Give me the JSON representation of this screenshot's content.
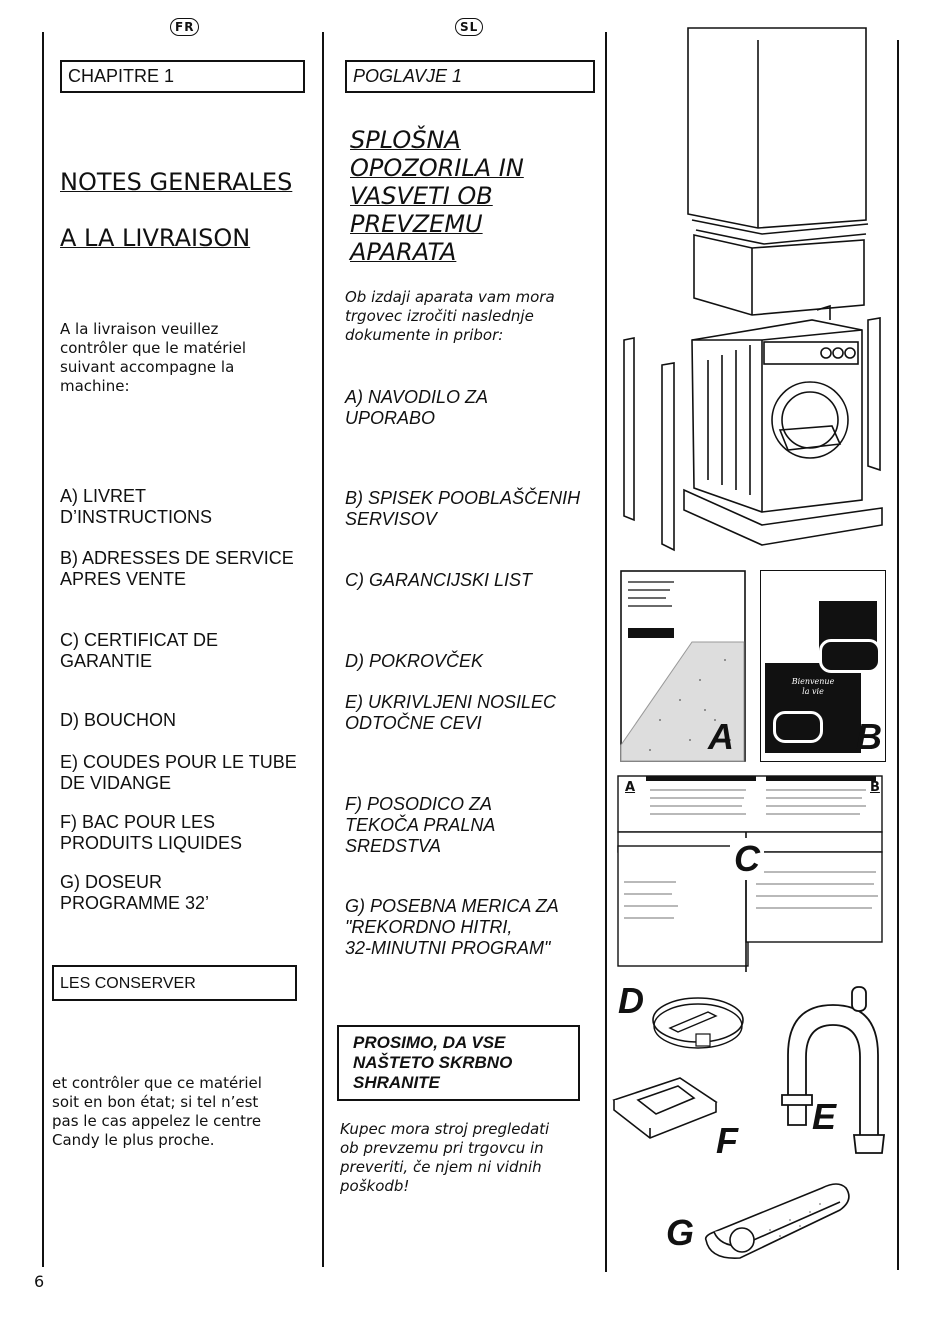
{
  "lang_fr": "FR",
  "lang_sl": "SL",
  "fr": {
    "chapter": "CHAPITRE 1",
    "title_line1": "NOTES GENERALES",
    "title_line2": "A LA LIVRAISON",
    "intro": "A la livraison veuillez\ncontrôler que le matériel\nsuivant accompagne la\nmachine:",
    "items": [
      "A) LIVRET\n     D’INSTRUCTIONS",
      "B) ADRESSES DE SERVICE\n     APRES VENTE",
      "C) CERTIFICAT DE\n     GARANTIE",
      "D) BOUCHON",
      "E) COUDES POUR LE TUBE\n     DE VIDANGE",
      "F) BAC POUR LES\n     PRODUITS LIQUIDES",
      "G) DOSEUR\n     PROGRAMME 32’"
    ],
    "keep_box": "LES CONSERVER",
    "outro": "et contrôler que ce matériel\nsoit en bon état; si tel n’est\npas le cas appelez le centre\nCandy le plus proche."
  },
  "sl": {
    "chapter": "POGLAVJE 1",
    "title": "SPLOŠNA\nOPOZORILA IN\nVASVETI OB\nPREVZEMU\nAPARATA",
    "intro": "Ob izdaji aparata vam mora\ntrgovec izročiti naslednje\ndokumente in pribor:",
    "items": [
      "A) NAVODILO ZA\n     UPORABO",
      "B) SPISEK POOBLAŠČENIH\n     SERVISOV",
      "C) GARANCIJSKI LIST",
      "D) POKROVČEK",
      "E) UKRIVLJENI NOSILEC\n     ODTOČNE CEVI",
      "F) POSODICO ZA\n     TEKOČA PRALNA\n     SREDSTVA",
      "G) POSEBNA MERICA ZA\n     \"REKORDNO HITRI,\n     32-MINUTNI PROGRAM\""
    ],
    "keep_box": "PROSIMO, DA VSE\nNAŠTETO SKRBNO\nSHRANITE",
    "outro": "Kupec mora stroj pregledati\nob prevzemu pri trgovcu in\npreveriti, če njem ni vidnih\npoškodb!"
  },
  "figure_labels": {
    "a": "A",
    "b": "B",
    "c": "C",
    "d": "D",
    "e": "E",
    "f": "F",
    "g": "G",
    "c_card_a": "A",
    "c_card_b": "B",
    "b_card_text": "Bienvenue\nla vie"
  },
  "page_number": "6"
}
